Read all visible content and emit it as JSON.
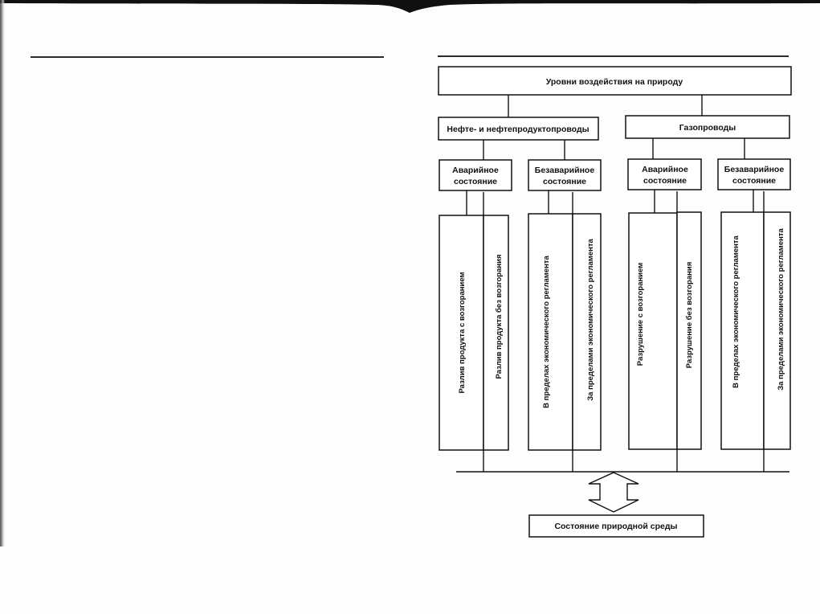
{
  "diagram": {
    "root": "Уровни воздействия на природу",
    "branches": [
      {
        "label": "Нефте- и нефтепродуктопроводы",
        "states": [
          {
            "label_lines": [
              "Аварийное",
              "состояние"
            ],
            "outcomes": [
              "Разлив продукта с возгоранием",
              "Разлив продукта без возгорания"
            ]
          },
          {
            "label_lines": [
              "Безаварийное",
              "состояние"
            ],
            "outcomes": [
              "В пределах экономического регламента",
              "За пределами экономического регламента"
            ]
          }
        ]
      },
      {
        "label": "Газопроводы",
        "states": [
          {
            "label_lines": [
              "Аварийное",
              "состояние"
            ],
            "outcomes": [
              "Разрушение с возгоранием",
              "Разрушение без возгорания"
            ]
          },
          {
            "label_lines": [
              "Безаварийное",
              "состояние"
            ],
            "outcomes": [
              "В пределах экономического регламента",
              "За пределами экономического регламента"
            ]
          }
        ]
      }
    ],
    "result": "Состояние природной среды"
  }
}
